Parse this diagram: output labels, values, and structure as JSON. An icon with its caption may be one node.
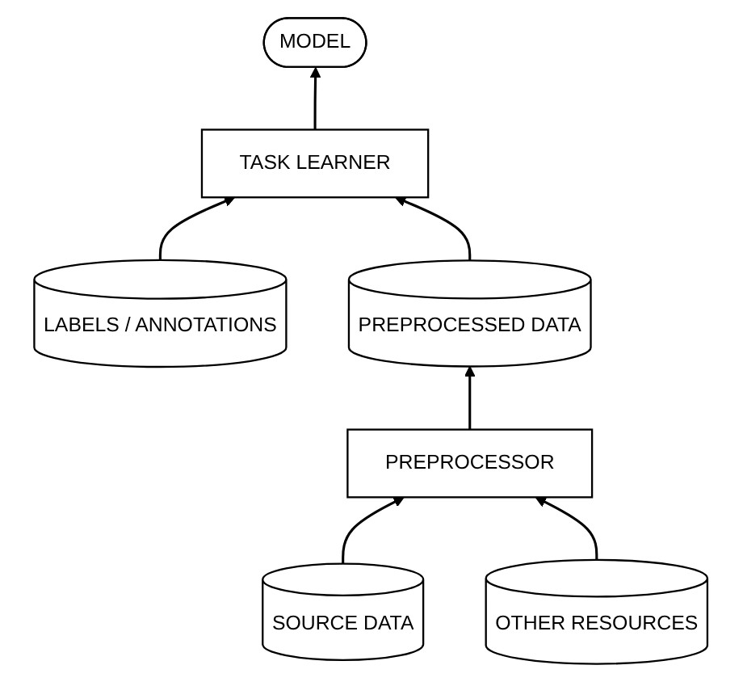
{
  "diagram": {
    "nodes": [
      {
        "text": [
          "TASK LEARNER"
        ]
      },
      {
        "text": [
          "MODEL"
        ]
      },
      {
        "text": [
          "LABELS / ANNOTATIONS"
        ]
      },
      {
        "text": [
          "PREPROCESSED DATA"
        ]
      },
      {
        "text": [
          "PREPROCESSOR"
        ]
      },
      {
        "text": [
          "SOURCE DATA"
        ]
      },
      {
        "text": [
          "OTHER RESOURCES"
        ]
      }
    ],
    "edges": [
      {
        "from": 0,
        "to": 1,
        "arrow": "to"
      },
      {
        "from": 2,
        "to": 0,
        "arrow": "to"
      },
      {
        "from": 3,
        "to": 0,
        "arrow": "to"
      },
      {
        "from": 4,
        "to": 3,
        "arrow": "to"
      },
      {
        "from": 5,
        "to": 4,
        "arrow": "to"
      },
      {
        "from": 6,
        "to": 4,
        "arrow": "to"
      }
    ]
  }
}
